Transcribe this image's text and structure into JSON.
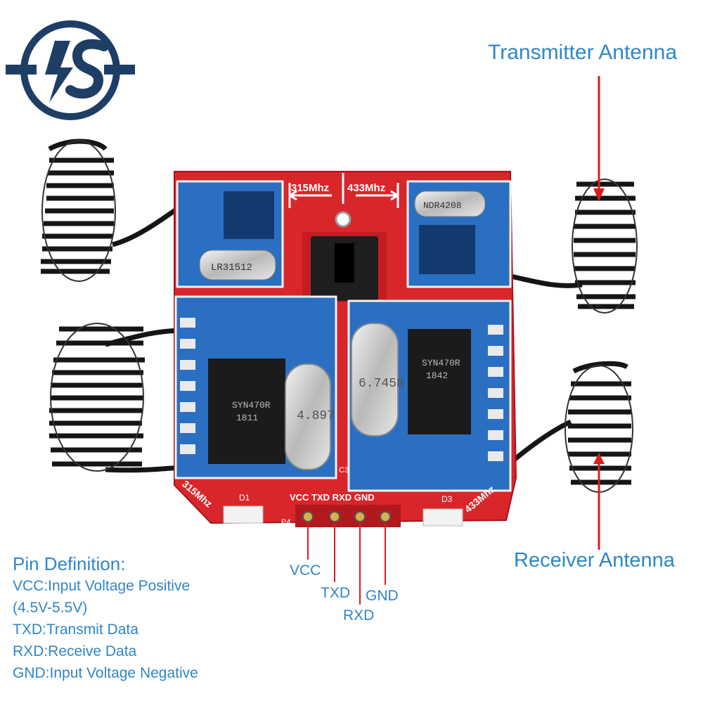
{
  "callouts": {
    "transmitter": "Transmitter Antenna",
    "receiver": "Receiver Antenna"
  },
  "pin_definition": {
    "heading": "Pin Definition:",
    "rows": [
      "VCC:Input Voltage Positive",
      "(4.5V-5.5V)",
      "TXD:Transmit Data",
      "RXD:Receive Data",
      "GND:Input Voltage Negative"
    ]
  },
  "pin_labels": {
    "vcc": "VCC",
    "txd": "TXD",
    "rxd": "RXD",
    "gnd": "GND"
  },
  "board": {
    "freq_left": "315Mhz",
    "freq_right": "433Mhz",
    "corner_left": "315Mhz",
    "corner_right": "433Mhz",
    "header_pins": "VCC TXD RXD GND",
    "crystal_left": "4.897",
    "crystal_right": "6.7458",
    "chip_left": [
      "SYN470R",
      "1811"
    ],
    "chip_right": [
      "SYN470R",
      "1842"
    ],
    "resonator_left": "LR31512",
    "resonator_right": "NDR4208",
    "led_left": "D1",
    "led_right": "D3",
    "header_ref": "P4",
    "cap_ref": "C3"
  },
  "colors": {
    "accent": "#2f86c9",
    "logo": "#1f3e66",
    "arrow": "#d62020",
    "pcb_red": "#d9262b",
    "pcb_blue": "#2b6fc2"
  },
  "icons": [
    "logo-icon",
    "arrow-icon",
    "coil-antenna-icon"
  ]
}
